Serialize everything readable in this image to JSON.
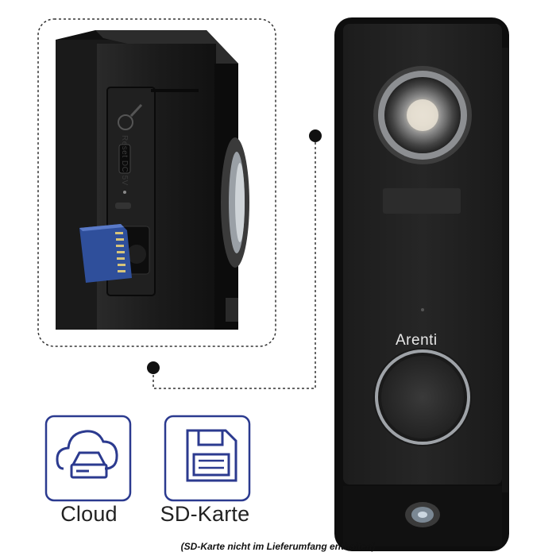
{
  "brand": {
    "name": "Arenti"
  },
  "features": [
    {
      "label": "Cloud",
      "icon": "cloud-storage-icon"
    },
    {
      "label": "SD-Karte",
      "icon": "sd-card-icon"
    }
  ],
  "side_panel": {
    "port_labels": "Reset  DC 5V"
  },
  "caption": "(SD-Karte nicht im Lieferumfang enthalten)",
  "colors": {
    "icon_blue": "#2b3a8f",
    "device_black": "#111111",
    "sd_card_blue": "#3b5aa8"
  }
}
